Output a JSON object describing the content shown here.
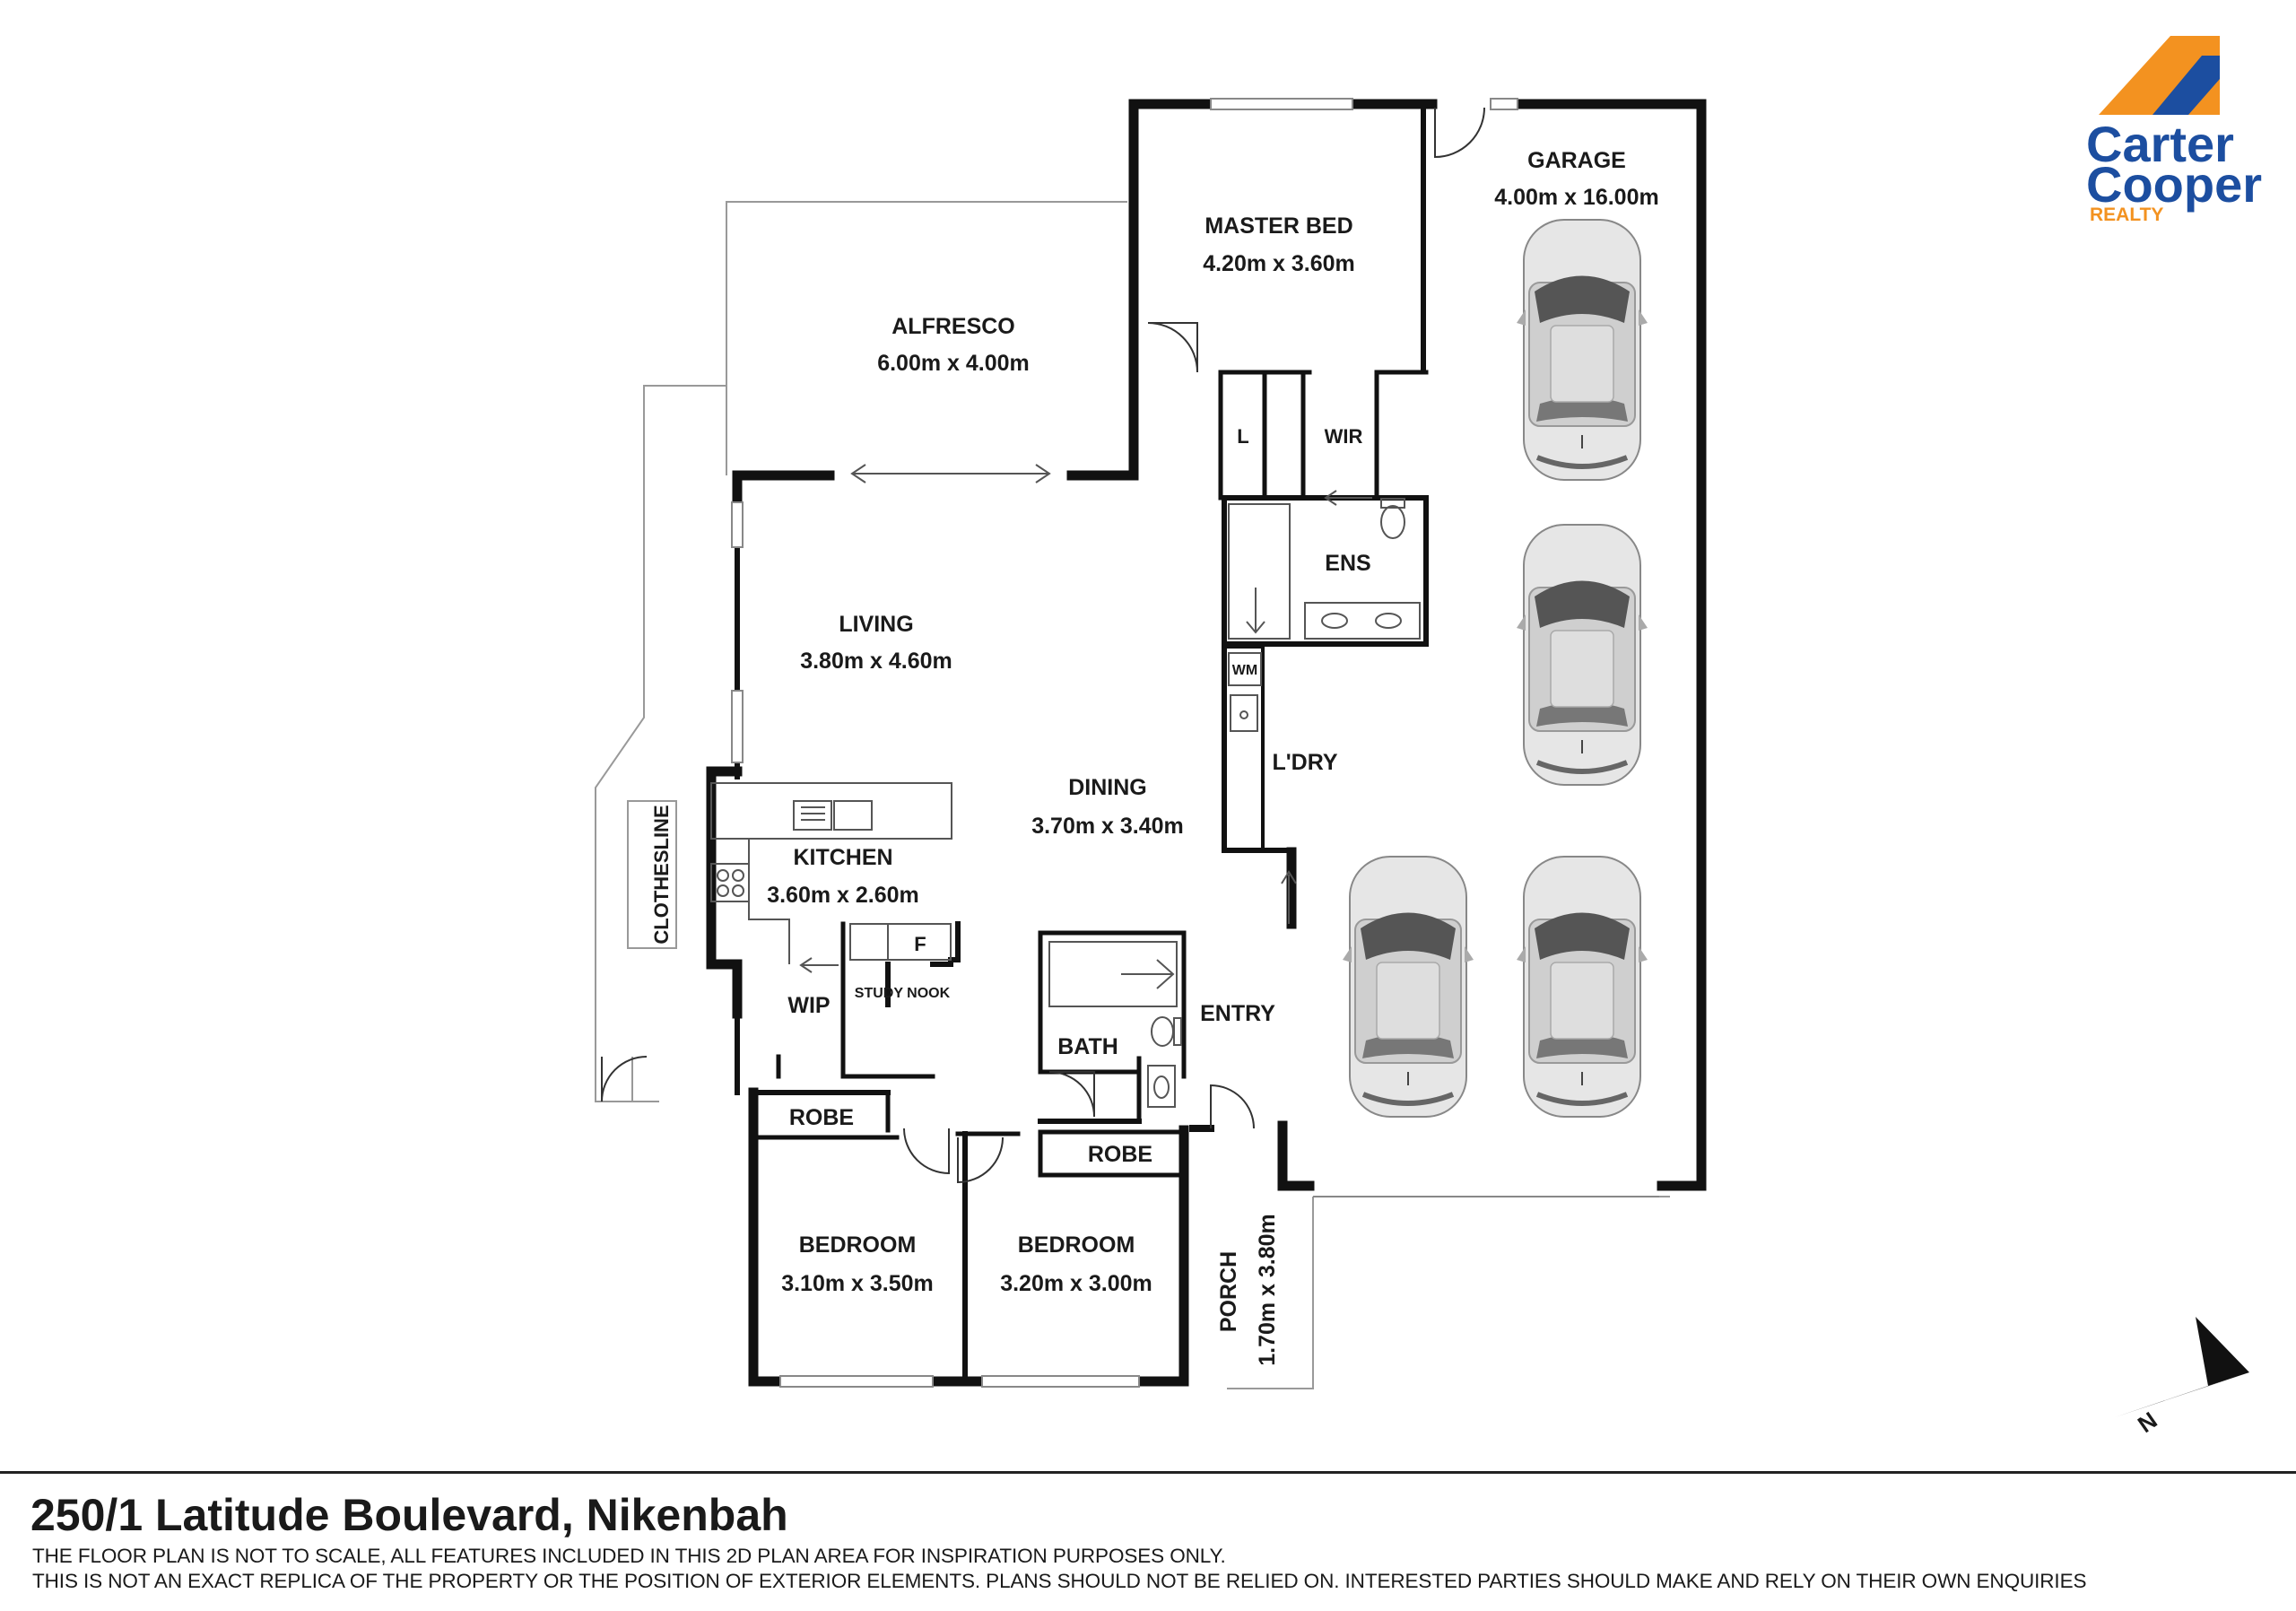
{
  "brand": {
    "line1": "Carter",
    "line2": "Cooper",
    "line3": "REALTY",
    "colors": {
      "navy": "#1c4ea0",
      "orange": "#f39220"
    }
  },
  "rooms": {
    "garage": {
      "name": "GARAGE",
      "dims": "4.00m x 16.00m"
    },
    "master_bed": {
      "name": "MASTER BED",
      "dims": "4.20m x 3.60m"
    },
    "alfresco": {
      "name": "ALFRESCO",
      "dims": "6.00m x 4.00m"
    },
    "l": {
      "name": "L"
    },
    "wir": {
      "name": "WIR"
    },
    "ens": {
      "name": "ENS"
    },
    "wm": {
      "name": "WM"
    },
    "living": {
      "name": "LIVING",
      "dims": "3.80m x 4.60m"
    },
    "laundry": {
      "name": "L'DRY"
    },
    "dining": {
      "name": "DINING",
      "dims": "3.70m x 3.40m"
    },
    "kitchen": {
      "name": "KITCHEN",
      "dims": "3.60m x 2.60m"
    },
    "clothesline": {
      "name": "CLOTHESLINE"
    },
    "fridge": {
      "name": "F"
    },
    "study_nook": {
      "name": "STUDY NOOK"
    },
    "wip": {
      "name": "WIP"
    },
    "bath": {
      "name": "BATH"
    },
    "entry": {
      "name": "ENTRY"
    },
    "robe1": {
      "name": "ROBE"
    },
    "robe2": {
      "name": "ROBE"
    },
    "bedroom1": {
      "name": "BEDROOM",
      "dims": "3.10m x 3.50m"
    },
    "bedroom2": {
      "name": "BEDROOM",
      "dims": "3.20m x 3.00m"
    },
    "porch": {
      "name": "PORCH",
      "dims": "1.70m x 3.80m"
    }
  },
  "compass": {
    "label": "N"
  },
  "footer": {
    "address": "250/1 Latitude Boulevard, Nikenbah",
    "disclaimer_1": "THE FLOOR PLAN IS NOT TO SCALE, ALL FEATURES INCLUDED IN THIS 2D PLAN AREA FOR INSPIRATION PURPOSES ONLY.",
    "disclaimer_2": "THIS IS NOT AN EXACT REPLICA OF THE PROPERTY OR THE POSITION OF EXTERIOR ELEMENTS. PLANS SHOULD NOT BE RELIED ON. INTERESTED PARTIES SHOULD MAKE AND RELY ON THEIR OWN ENQUIRIES"
  }
}
